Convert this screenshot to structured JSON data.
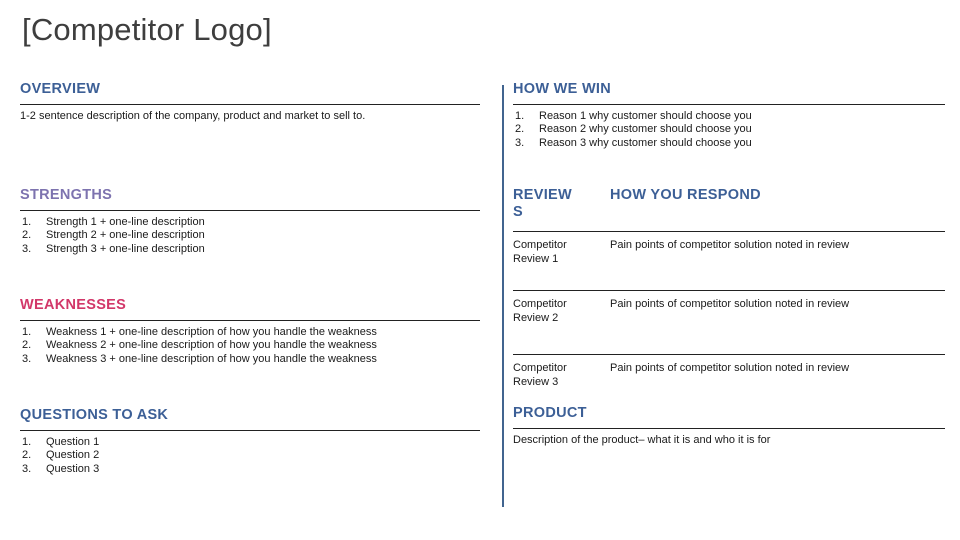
{
  "title": "[Competitor Logo]",
  "colors": {
    "heading_blue": "#3c5f96",
    "heading_purple": "#7d73af",
    "heading_pink": "#d23769",
    "divider_blue": "#41648f",
    "title_gray": "#3e3e3e",
    "rule_dark": "#222222"
  },
  "left": {
    "overview": {
      "heading": "OVERVIEW",
      "body": "1-2 sentence description of the company, product and market to sell to."
    },
    "strengths": {
      "heading": "STRENGTHS",
      "items": [
        "Strength 1 + one-line description",
        "Strength 2 + one-line description",
        "Strength 3 + one-line description"
      ]
    },
    "weaknesses": {
      "heading": "WEAKNESSES",
      "items": [
        "Weakness 1 + one-line description of how you handle the weakness",
        "Weakness 2 + one-line description of how you handle the weakness",
        "Weakness 3 + one-line description of how you handle the weakness"
      ]
    },
    "questions": {
      "heading": "QUESTIONS TO ASK",
      "items": [
        "Question 1",
        "Question 2",
        "Question 3"
      ]
    }
  },
  "right": {
    "how_we_win": {
      "heading": "HOW WE WIN",
      "items": [
        "Reason 1 why customer should choose you",
        "Reason 2 why customer should choose you",
        "Reason 3 why customer should choose you"
      ]
    },
    "reviews": {
      "col1_heading": "REVIEWS",
      "col2_heading": "HOW YOU RESPOND",
      "rows": [
        {
          "review": "Competitor Review 1",
          "response": "Pain points of competitor solution noted in review"
        },
        {
          "review": "Competitor Review 2",
          "response": "Pain points of competitor solution noted in review"
        },
        {
          "review": "Competitor Review 3",
          "response": "Pain points of competitor solution noted in review"
        }
      ]
    },
    "product": {
      "heading": "PRODUCT",
      "body": "Description of the product– what it is and who it is for"
    }
  }
}
